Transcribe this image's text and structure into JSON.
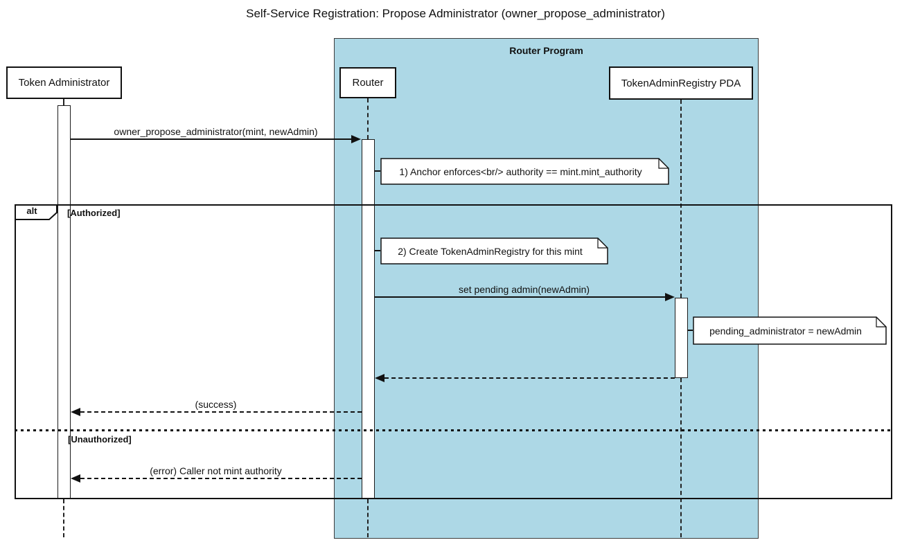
{
  "diagram": {
    "title": "Self-Service Registration: Propose Administrator (owner_propose_administrator)",
    "type": "sequence"
  },
  "container": {
    "label": "Router Program",
    "fill_color": "#ADD8E6"
  },
  "participants": [
    {
      "id": "token-administrator",
      "label": "Token Administrator"
    },
    {
      "id": "router",
      "label": "Router"
    },
    {
      "id": "token-admin-registry-pda",
      "label": "TokenAdminRegistry PDA"
    }
  ],
  "messages": [
    {
      "from": "token-administrator",
      "to": "router",
      "label": "owner_propose_administrator(mint, newAdmin)",
      "style": "solid"
    },
    {
      "from": "router",
      "to": "token-admin-registry-pda",
      "label": "set pending admin(newAdmin)",
      "style": "solid"
    },
    {
      "from": "token-admin-registry-pda",
      "to": "router",
      "label": "",
      "style": "dashed"
    },
    {
      "from": "router",
      "to": "token-administrator",
      "label": "(success)",
      "style": "dashed"
    },
    {
      "from": "router",
      "to": "token-administrator",
      "label": "(error) Caller not mint authority",
      "style": "dashed"
    }
  ],
  "notes": [
    {
      "label": "1) Anchor enforces<br/> authority == mint.mint_authority"
    },
    {
      "label": "2) Create TokenAdminRegistry for this mint"
    },
    {
      "label": "pending_administrator = newAdmin"
    }
  ],
  "alt": {
    "operator": "alt",
    "branches": [
      {
        "guard": "[Authorized]"
      },
      {
        "guard": "[Unauthorized]"
      }
    ]
  }
}
